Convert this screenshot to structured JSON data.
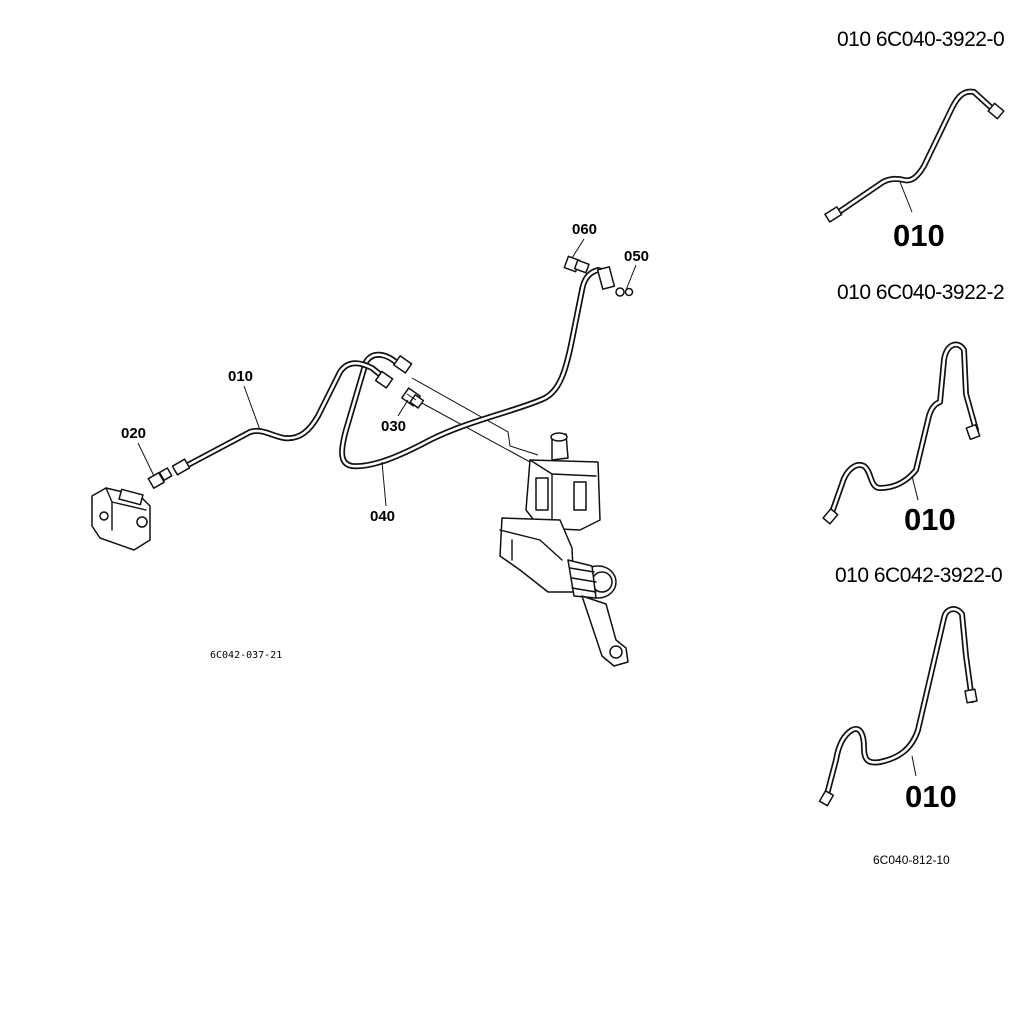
{
  "callouts": {
    "c010": "010",
    "c020": "020",
    "c030": "030",
    "c040": "040",
    "c050": "050",
    "c060": "060"
  },
  "main_figure_code": "6C042-037-21",
  "variants": [
    {
      "code": "010 6C040-3922-0",
      "label": "010"
    },
    {
      "code": "010 6C040-3922-2",
      "label": "010"
    },
    {
      "code": "010 6C042-3922-0",
      "label": "010"
    }
  ],
  "variants_figure_code": "6C040-812-10"
}
